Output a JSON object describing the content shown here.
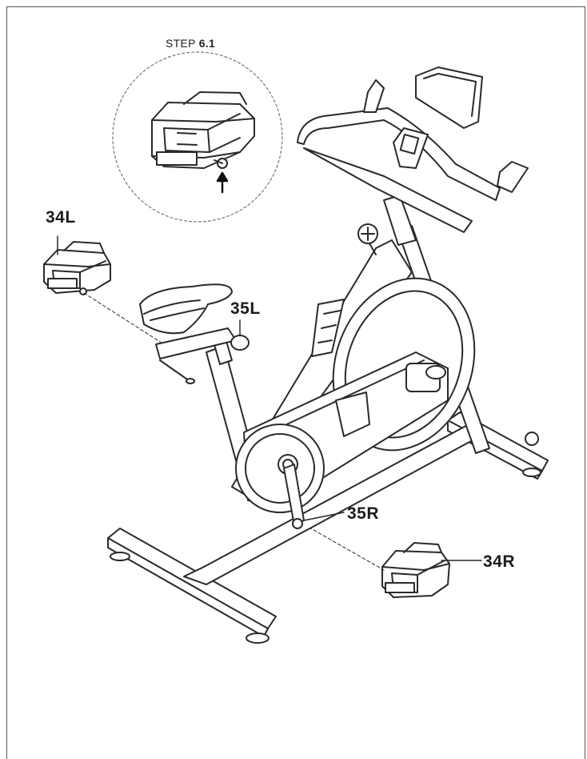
{
  "step": {
    "prefix": "STEP",
    "number": "6.1"
  },
  "labels": {
    "pedal_left": "34L",
    "crank_left": "35L",
    "crank_right": "35R",
    "pedal_right": "34R"
  },
  "colors": {
    "line": "#2a2a2a",
    "background": "#ffffff"
  }
}
